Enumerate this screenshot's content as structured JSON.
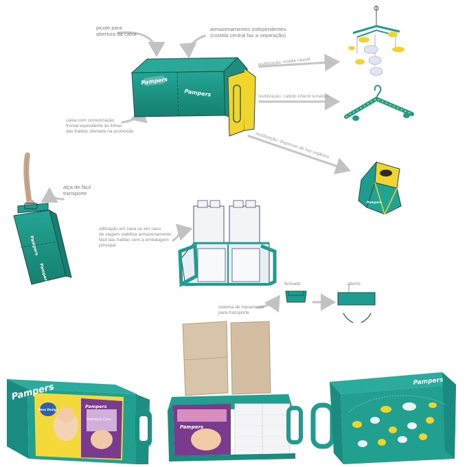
{
  "annotations": {
    "picote": "picote para\nabertura da caixa",
    "armazenamentos": "armazenamentos independentes\n(costela central faz a separação)",
    "mobile": "reutilização: móbile infantil",
    "cabide": "reutilização: cabido infantil temático",
    "dispenser": "reutilização: dispenser de lixo orgânico",
    "caixa": "caixa com comunicação\nfrontal equivalente às linhas\ndas fraldas ofertada na promoção",
    "alca": "alça de fácil\ntransporte",
    "utilizacao": "utilização em casa ou em caso\nde viagem viabiliza armazenamento\nfácil das fraldas sem a embalagem\nprincipal",
    "fechado": "fechado",
    "aberto": "aberto",
    "travamento": "sistema de travamento\npara transporte"
  },
  "brand": {
    "name": "Pampers",
    "product_line": "Premium Care",
    "tag": "Novo Design"
  },
  "colors": {
    "teal": "#1e9c8f",
    "teal_dark": "#127268",
    "yellow": "#f1d52b",
    "purple": "#7a3b8f",
    "kraft": "#d6c0a3",
    "arrow": "#bdbdbd",
    "text": "#8a8a8a"
  }
}
